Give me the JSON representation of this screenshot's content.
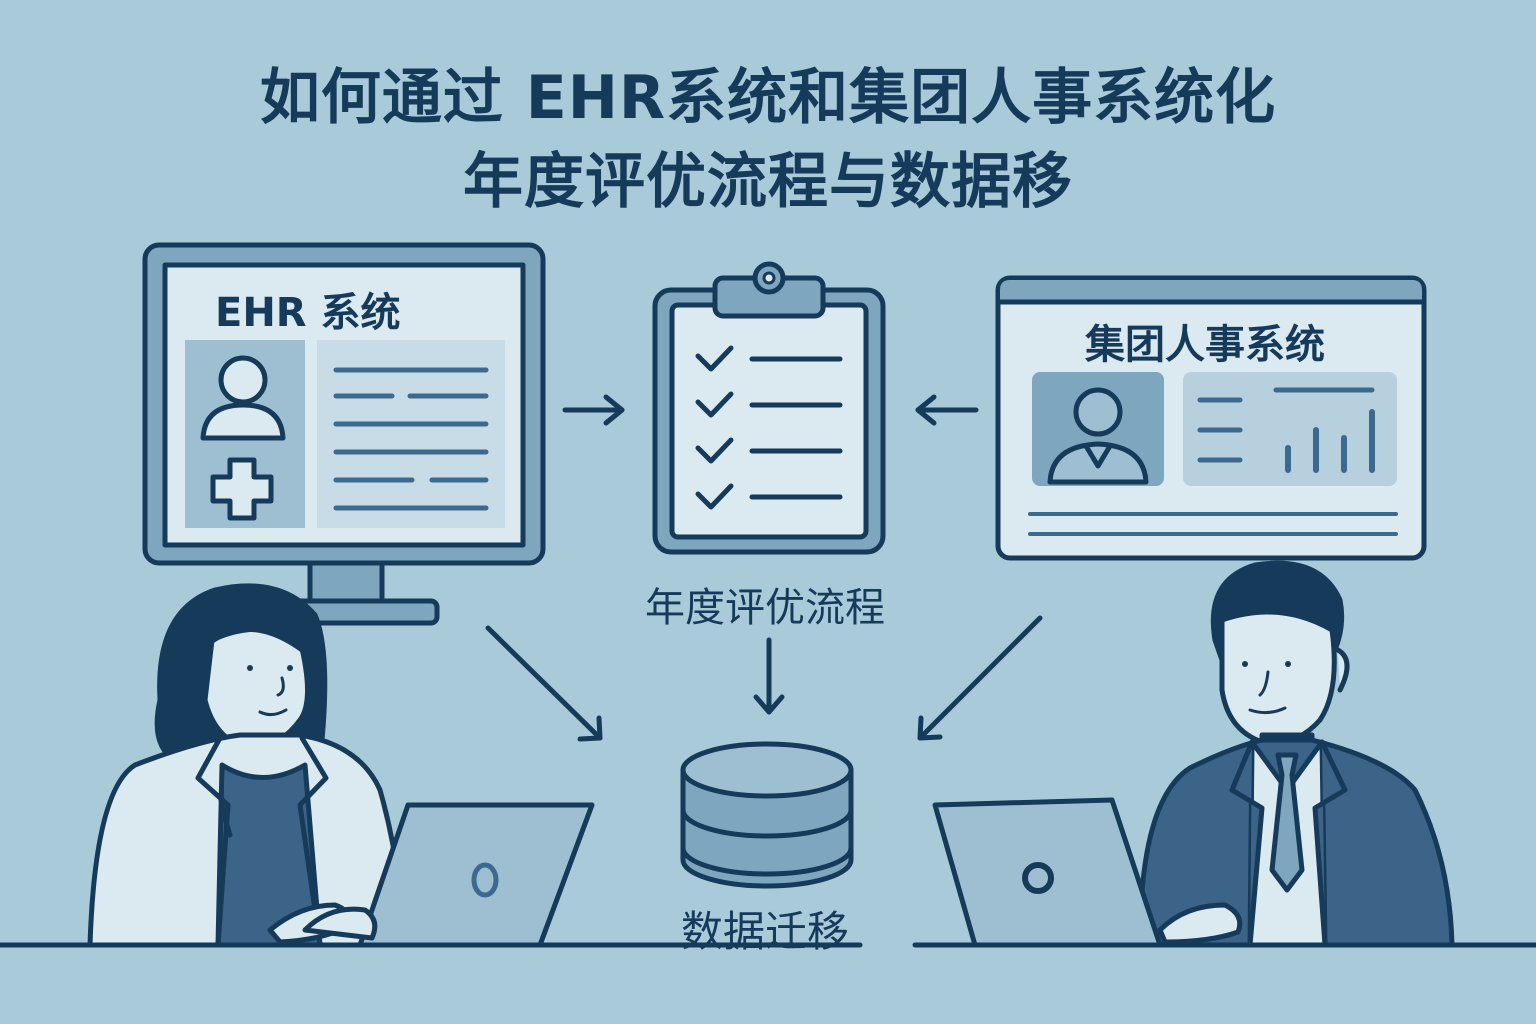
{
  "title": {
    "line1": "如何通过 EHR系统和集团人事系统化",
    "line2": "年度评优流程与数据移"
  },
  "nodes": {
    "ehr_system": "EHR 系统",
    "group_hr_system": "集团人事系统",
    "annual_evaluation": "年度评优流程",
    "data_migration": "数据迁移"
  },
  "colors": {
    "background": "#a9cad8",
    "dark_navy": "#163a5a",
    "mid_blue": "#7fa6bf",
    "light_panel": "#dbe9f0",
    "suit_blue": "#3b6488"
  }
}
